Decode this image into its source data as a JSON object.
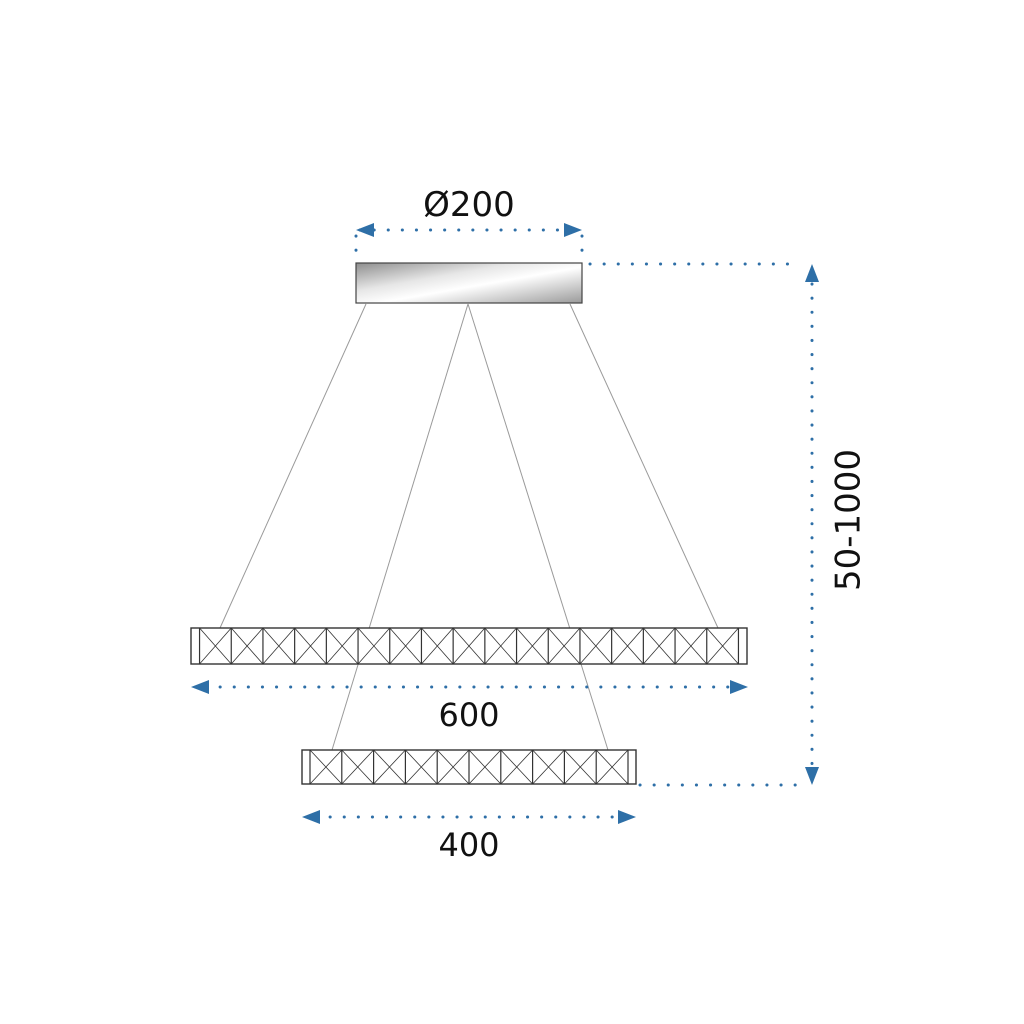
{
  "diagram": {
    "labels": {
      "canopy_diameter": "Ø200",
      "large_ring_width": "600",
      "small_ring_width": "400",
      "height_range": "50-1000"
    },
    "colors": {
      "dimension_line": "#2e6fa7",
      "outline": "#333333",
      "wire": "#999999"
    }
  }
}
